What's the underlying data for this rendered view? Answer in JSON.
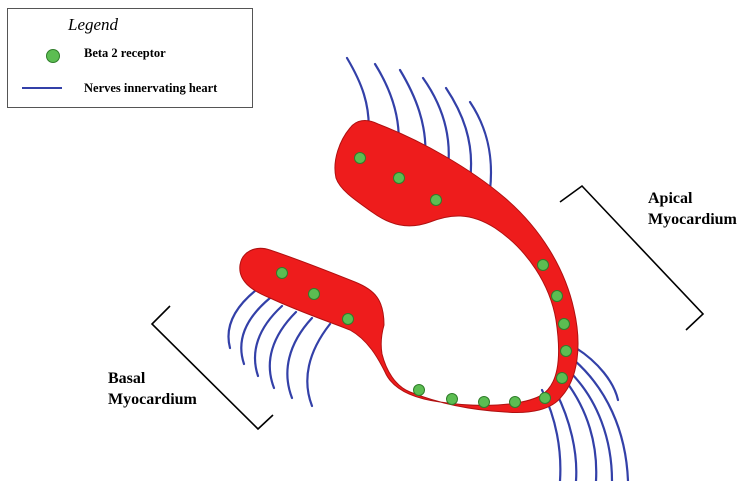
{
  "legend": {
    "title": "Legend",
    "items": [
      {
        "label": "Beta 2 receptor",
        "icon": "green-dot-icon",
        "color": "#5cbd52"
      },
      {
        "label": "Nerves innervating heart",
        "icon": "blue-line-icon",
        "color": "#3340a8"
      }
    ]
  },
  "labels": {
    "apical_line1": "Apical",
    "apical_line2": "Myocardium",
    "basal_line1": "Basal",
    "basal_line2": "Myocardium"
  },
  "colors": {
    "myocardium": "#ee1c1c",
    "receptor": "#5cbd52",
    "nerve": "#3340a8",
    "bracket": "#000000"
  }
}
